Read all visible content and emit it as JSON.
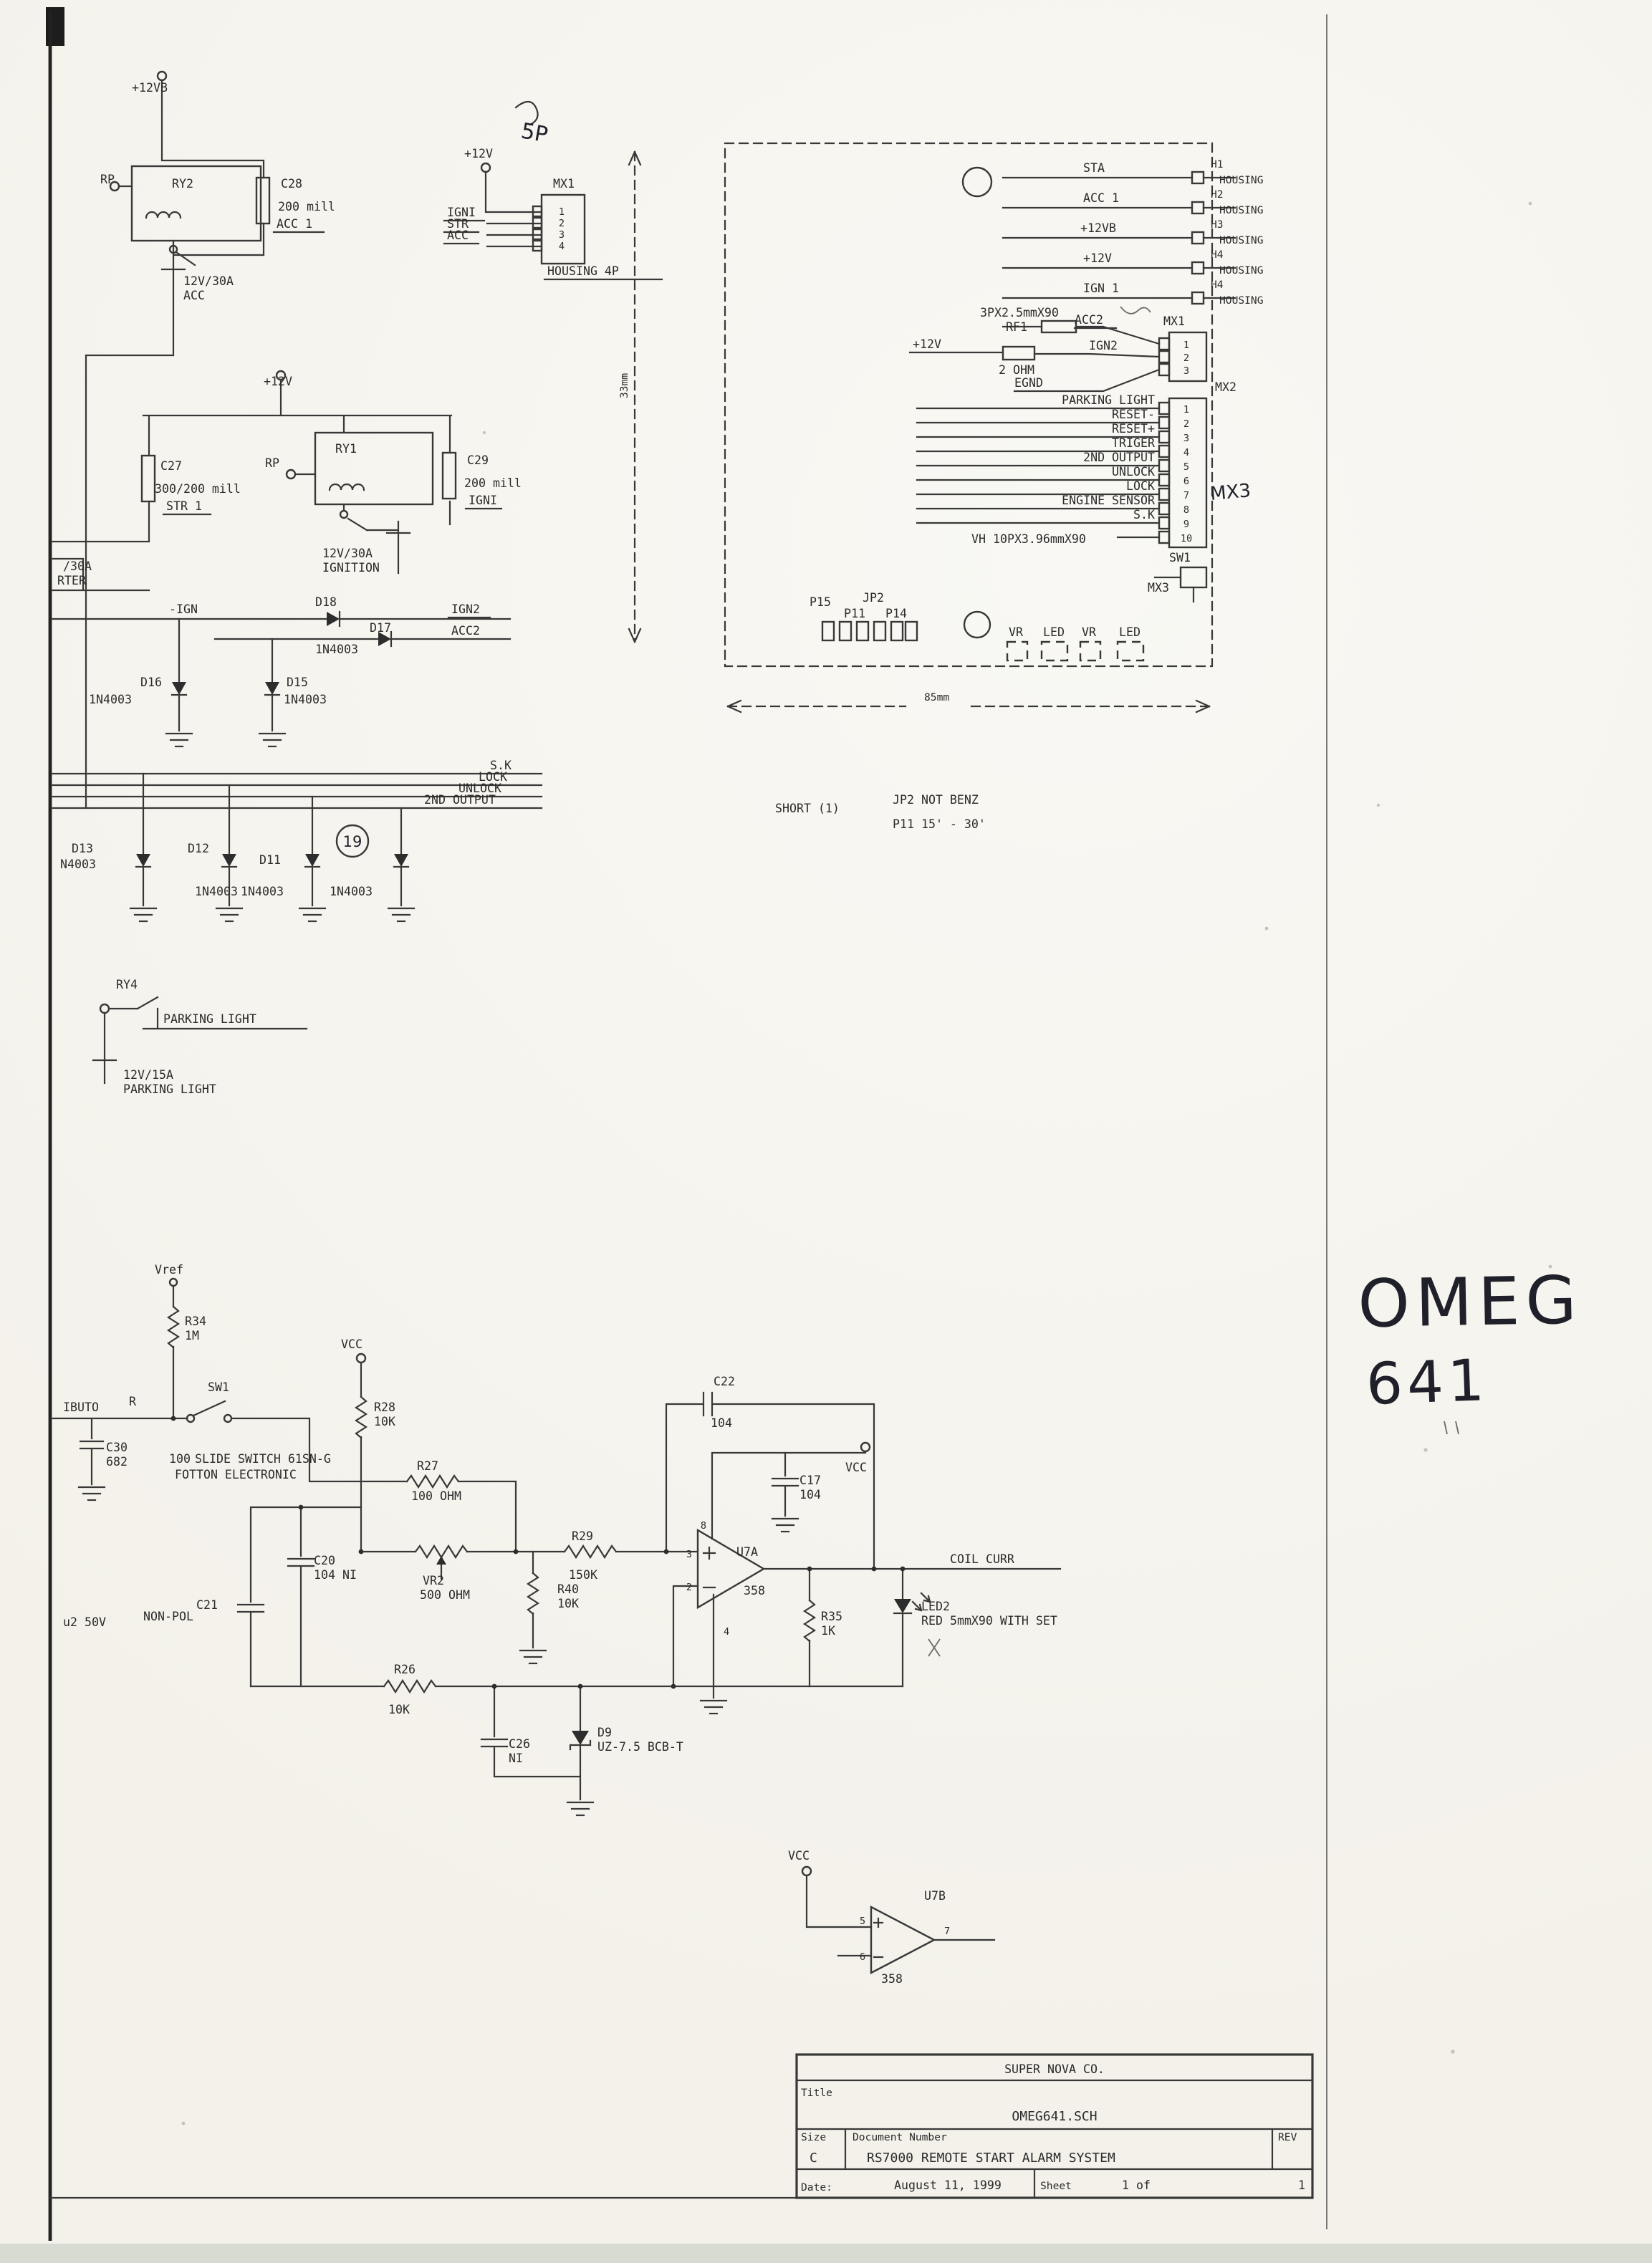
{
  "handwritten": {
    "omeg": "OMEG",
    "model": "641",
    "five_p": "5P",
    "nineteen": "19",
    "mx3": "MX3"
  },
  "relay_section": {
    "v12vb": "+12VB",
    "rp_top": "RP",
    "ry2": "RY2",
    "c28": "C28",
    "c28_val": "200 mill",
    "c28_net": "ACC 1",
    "acc_fuse_line1": "12V/30A",
    "acc_fuse_line2": "ACC",
    "v12": "+12V",
    "c27": "C27",
    "c27_val": "300/200 mill",
    "c27_net": "STR 1",
    "rp_mid": "RP",
    "ry1": "RY1",
    "c29": "C29",
    "c29_val": "200 mill",
    "c29_net": "IGNI",
    "ign_fuse_line1": "12V/30A",
    "ign_fuse_line2": "IGNITION",
    "starter_cut_line1": "/30A",
    "starter_cut_line2": "RTER",
    "minus_ign": "-IGN",
    "d18": "D18",
    "d18_net": "IGN2",
    "d17": "D17",
    "d17_val": "1N4003",
    "d17_net": "ACC2",
    "d16": "D16",
    "d16_val": "1N4003",
    "d15": "D15",
    "d15_val": "1N4003",
    "bus": [
      "S.K",
      "LOCK",
      "UNLOCK",
      "2ND OUTPUT"
    ],
    "d13": "D13",
    "d13_val": "N4003",
    "d12": "D12",
    "d12_val": "1N4003",
    "d11": "D11",
    "d11_val": "1N4003",
    "d11b_val": "1N4003",
    "ry4": "RY4",
    "parking_net": "PARKING LIGHT",
    "pl_fuse_line1": "12V/15A",
    "pl_fuse_line2": "PARKING LIGHT"
  },
  "mx1_block": {
    "v12": "+12V",
    "name": "MX1",
    "pins": [
      "1",
      "2",
      "3",
      "4"
    ],
    "nets": [
      "IGNI",
      "STR",
      "ACC"
    ],
    "housing": "HOUSING 4P"
  },
  "board": {
    "dim_height": "33mm",
    "dim_width": "85mm",
    "headers": [
      {
        "net": "STA",
        "pin": "H1",
        "housing": "HOUSING"
      },
      {
        "net": "ACC 1",
        "pin": "H2",
        "housing": "HOUSING"
      },
      {
        "net": "+12VB",
        "pin": "H3",
        "housing": "HOUSING"
      },
      {
        "net": "+12V",
        "pin": "H4",
        "housing": "HOUSING"
      },
      {
        "net": "IGN 1",
        "pin": "H4",
        "housing": "HOUSING"
      }
    ],
    "rf1_spec": "3PX2.5mmX90",
    "rf1": "RF1",
    "rf1_net": "ACC2",
    "mx1": "MX1",
    "mx1_pins": [
      "1",
      "2",
      "3"
    ],
    "v12": "+12V",
    "ign2": "IGN2",
    "r_2ohm": "2 OHM",
    "egnd": "EGND",
    "mx2": "MX2",
    "signals": [
      "PARKING LIGHT",
      "RESET-",
      "RESET+",
      "TRIGER",
      "2ND OUTPUT",
      "UNLOCK",
      "LOCK",
      "ENGINE SENSOR",
      "S.K"
    ],
    "mx_pins": [
      "1",
      "2",
      "3",
      "4",
      "5",
      "6",
      "7",
      "8",
      "9",
      "10"
    ],
    "connector_spec": "VH 10PX3.96mmX90",
    "sw1": "SW1",
    "mx3": "MX3",
    "jumpers": [
      "P15",
      "JP2",
      "P11",
      "P14"
    ],
    "vr_led": [
      "VR",
      "LED",
      "VR",
      "LED"
    ],
    "notes": [
      "SHORT (1)",
      "JP2 NOT BENZ",
      "P11 15' - 30'"
    ]
  },
  "analog": {
    "vref": "Vref",
    "r34": "R34",
    "r34_val": "1M",
    "sw1": "SW1",
    "dist_cut": "IBUTO",
    "dist_r": "R",
    "c30": "C30",
    "c30_val": "682",
    "vcc": "VCC",
    "r28": "R28",
    "r28_val": "10K",
    "slide_prefix": "100",
    "slide_switch": "SLIDE SWITCH 61SN-G",
    "slide_mfr": "FOTTON ELECTRONIC",
    "r27": "R27",
    "r27_val": "100 OHM",
    "c22": "C22",
    "c22_val": "104",
    "c17": "C17",
    "c17_val": "104",
    "c20": "C20",
    "c20_val": "104 NI",
    "c21": "C21",
    "c21_note": "NON-POL",
    "c21_val": "u2 50V",
    "vr2": "VR2",
    "vr2_val": "500 OHM",
    "r29": "R29",
    "r29_val": "150K",
    "r40": "R40",
    "r40_val": "10K",
    "u7a": "U7A",
    "u7a_part": "358",
    "pin2": "2",
    "pin3": "3",
    "pin4": "4",
    "pin8": "8",
    "coil_curr": "COIL CURR",
    "r35": "R35",
    "r35_val": "1K",
    "led2": "LED2",
    "led2_val": "RED 5mmX90 WITH SET",
    "r26": "R26",
    "r26_val": "10K",
    "c26": "C26",
    "c26_val": "NI",
    "d9": "D9",
    "d9_val": "UZ-7.5 BCB-T",
    "u7b": "U7B",
    "u7b_part": "358",
    "pin5": "5",
    "pin6": "6",
    "pin7": "7"
  },
  "title_block": {
    "company": "SUPER NOVA CO.",
    "title_label": "Title",
    "filename": "OMEG641.SCH",
    "size_label": "Size",
    "size": "C",
    "doc_label": "Document Number",
    "doc_title": "RS7000 REMOTE START ALARM SYSTEM",
    "rev_label": "REV",
    "date_label": "Date:",
    "date": "August 11, 1999",
    "sheet_label": "Sheet",
    "sheet": "1 of",
    "sheet_total": "1"
  }
}
